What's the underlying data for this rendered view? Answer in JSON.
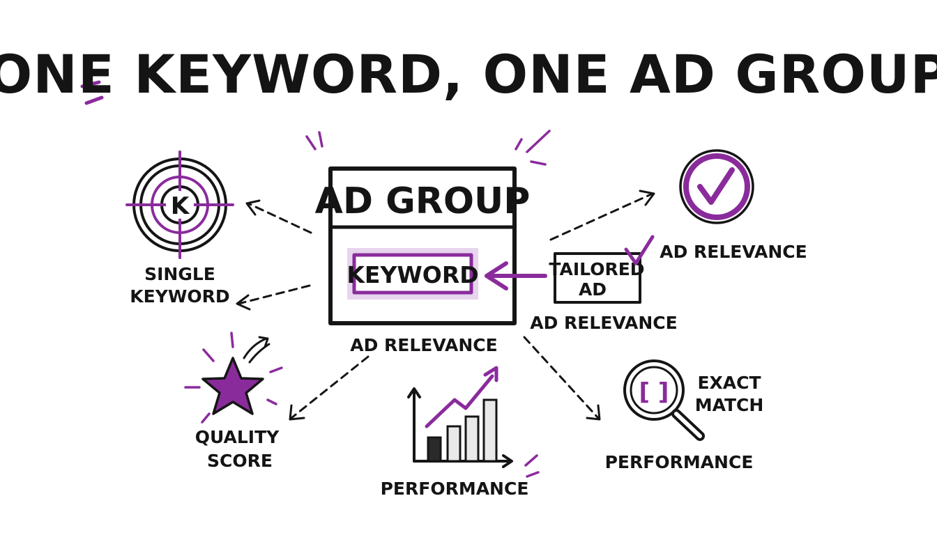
{
  "title": "ONE KEYWORD, ONE AD GROUP",
  "center": {
    "box_title": "AD GROUP",
    "keyword": "KEYWORD",
    "caption": "AD RELEVANCE"
  },
  "tailored_ad": {
    "line1": "TAILORED",
    "line2": "AD",
    "caption": "AD RELEVANCE"
  },
  "nodes": {
    "single_keyword": {
      "icon_letter": "K",
      "line1": "SINGLE",
      "line2": "KEYWORD"
    },
    "quality_score": {
      "line1": "QUALITY",
      "line2": "SCORE"
    },
    "performance_chart": {
      "label": "PERFORMANCE"
    },
    "exact_match": {
      "icon_glyph": "[ ]",
      "line1": "EXACT",
      "line2": "MATCH",
      "caption": "PERFORMANCE"
    },
    "ad_relevance": {
      "label": "AD RELEVANCE"
    }
  },
  "colors": {
    "ink": "#151515",
    "accent": "#8a2b9c",
    "background": "#ffffff"
  },
  "icons": [
    "target-k-icon",
    "star-icon",
    "bar-chart-icon",
    "magnifier-icon",
    "checkmark-circle-icon"
  ]
}
